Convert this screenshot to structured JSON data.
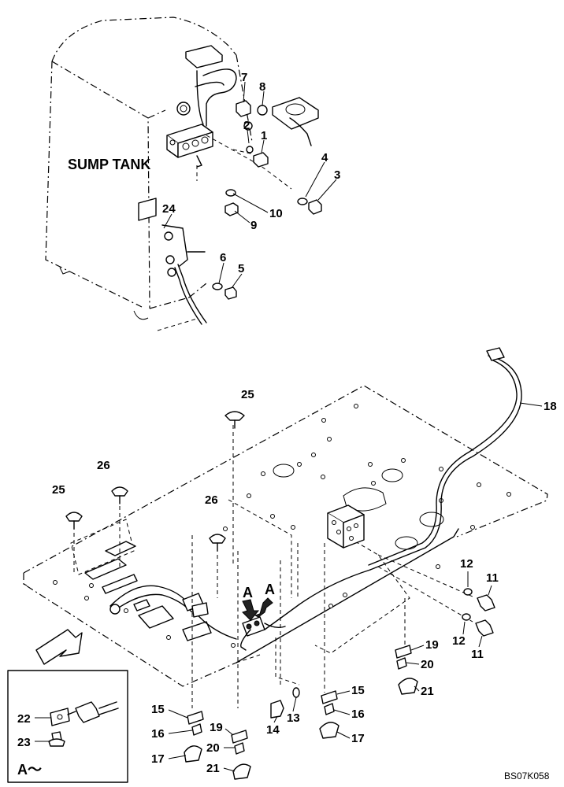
{
  "labels": {
    "sump_tank": "SUMP TANK",
    "view_a": "A",
    "view_a_inset": "A～",
    "drawing_code": "BS07K058"
  },
  "parts": {
    "p1": "1",
    "p2": "2",
    "p3": "3",
    "p4": "4",
    "p5": "5",
    "p6": "6",
    "p7": "7",
    "p8": "8",
    "p9": "9",
    "p10": "10",
    "p11a": "11",
    "p11b": "11",
    "p12a": "12",
    "p12b": "12",
    "p13": "13",
    "p14": "14",
    "p15a": "15",
    "p15b": "15",
    "p16a": "16",
    "p16b": "16",
    "p17a": "17",
    "p17b": "17",
    "p18": "18",
    "p19a": "19",
    "p19b": "19",
    "p20a": "20",
    "p20b": "20",
    "p21a": "21",
    "p21b": "21",
    "p22": "22",
    "p23": "23",
    "p24": "24",
    "p25a": "25",
    "p25b": "25",
    "p26a": "26",
    "p26b": "26"
  }
}
